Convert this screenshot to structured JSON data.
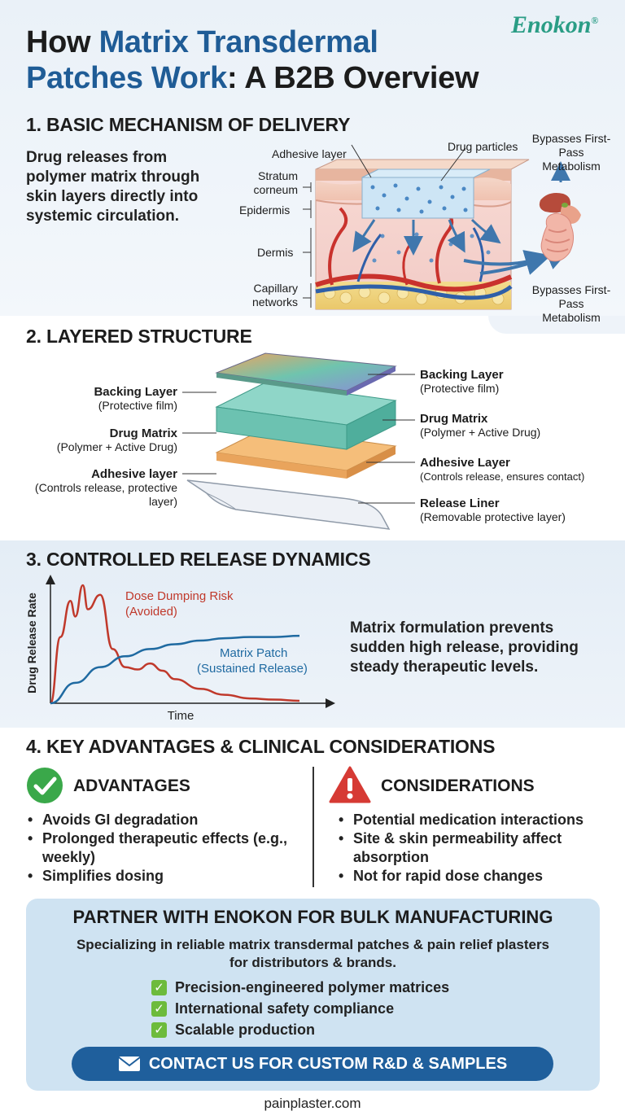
{
  "header": {
    "title_line1_pre": "How ",
    "title_line1_blue": "Matrix Transdermal",
    "title_line2_blue": "Patches Work",
    "title_line2_post": ": A B2B Overview",
    "logo": "Enokon",
    "logo_mark": "®"
  },
  "section1": {
    "heading": "1. BASIC MECHANISM OF DELIVERY",
    "description": "Drug releases from polymer matrix through skin layers directly into systemic circulation.",
    "labels": {
      "adhesive": "Adhesive layer",
      "particles": "Drug particles",
      "stratum": "Stratum corneum",
      "epidermis": "Epidermis",
      "dermis": "Dermis",
      "capillary": "Capillary networks",
      "bypass_top": "Bypasses First-Pass Metabolism",
      "bypass_bottom": "Bypasses First-Pass Metabolism"
    }
  },
  "section2": {
    "heading": "2. LAYERED STRUCTURE",
    "left": {
      "backing_title": "Backing Layer",
      "backing_sub": "(Protective film)",
      "matrix_title": "Drug Matrix",
      "matrix_sub": "(Polymer + Active Drug)",
      "adhesive_title": "Adhesive layer",
      "adhesive_sub": "(Controls release, protective layer)"
    },
    "right": {
      "backing_title": "Backing Layer",
      "backing_sub": "(Protective film)",
      "matrix_title": "Drug Matrix",
      "matrix_sub": "(Polymer + Active Drug)",
      "adhesive_title": "Adhesive Layer",
      "adhesive_sub": "(Controls release, ensures contact)",
      "liner_title": "Release Liner",
      "liner_sub": "(Removable protective layer)"
    }
  },
  "section3": {
    "heading": "3. CONTROLLED RELEASE DYNAMICS",
    "description": "Matrix formulation prevents sudden high release, providing steady therapeutic levels."
  },
  "chart_data": {
    "type": "line",
    "xlabel": "Time",
    "ylabel": "Drug Release Rate",
    "series": [
      {
        "name": "Dose Dumping Risk (Avoided)",
        "color": "#c0392b",
        "x": [
          0,
          0.04,
          0.08,
          0.1,
          0.13,
          0.15,
          0.2,
          0.25,
          0.3,
          0.35,
          0.4,
          0.45,
          0.5,
          0.6,
          0.7,
          0.8,
          0.9,
          1.0
        ],
        "y": [
          0.0,
          0.55,
          0.85,
          0.72,
          0.98,
          0.78,
          0.9,
          0.45,
          0.3,
          0.28,
          0.33,
          0.27,
          0.2,
          0.12,
          0.07,
          0.04,
          0.03,
          0.02
        ]
      },
      {
        "name": "Matrix Patch (Sustained Release)",
        "color": "#1f6aa1",
        "x": [
          0,
          0.1,
          0.2,
          0.3,
          0.4,
          0.5,
          0.6,
          0.7,
          0.8,
          0.9,
          1.0
        ],
        "y": [
          0.0,
          0.17,
          0.3,
          0.39,
          0.45,
          0.49,
          0.52,
          0.54,
          0.55,
          0.55,
          0.56
        ]
      }
    ],
    "labels": {
      "red_line1": "Dose Dumping Risk",
      "red_line2": "(Avoided)",
      "blue_line1": "Matrix Patch",
      "blue_line2": "(Sustained Release)"
    }
  },
  "section4": {
    "heading": "4. KEY ADVANTAGES & CLINICAL CONSIDERATIONS",
    "advantages": {
      "title": "ADVANTAGES",
      "items": [
        "Avoids GI degradation",
        "Prolonged therapeutic effects (e.g., weekly)",
        "Simplifies dosing"
      ]
    },
    "considerations": {
      "title": "CONSIDERATIONS",
      "items": [
        "Potential medication interactions",
        "Site & skin permeability affect absorption",
        "Not for rapid dose changes"
      ]
    }
  },
  "cta": {
    "title": "PARTNER WITH ENOKON FOR BULK MANUFACTURING",
    "subtitle": "Specializing in reliable matrix transdermal patches & pain relief plasters for distributors & brands.",
    "checks": [
      "Precision-engineered polymer matrices",
      "International safety compliance",
      "Scalable production"
    ],
    "button": "CONTACT US FOR CUSTOM R&D & SAMPLES"
  },
  "footer": {
    "url": "painplaster.com"
  },
  "colors": {
    "accent": "#1f5c96",
    "brand": "#2a9d85",
    "cta_button": "#1f5f9c",
    "check": "#6dbb3c"
  }
}
